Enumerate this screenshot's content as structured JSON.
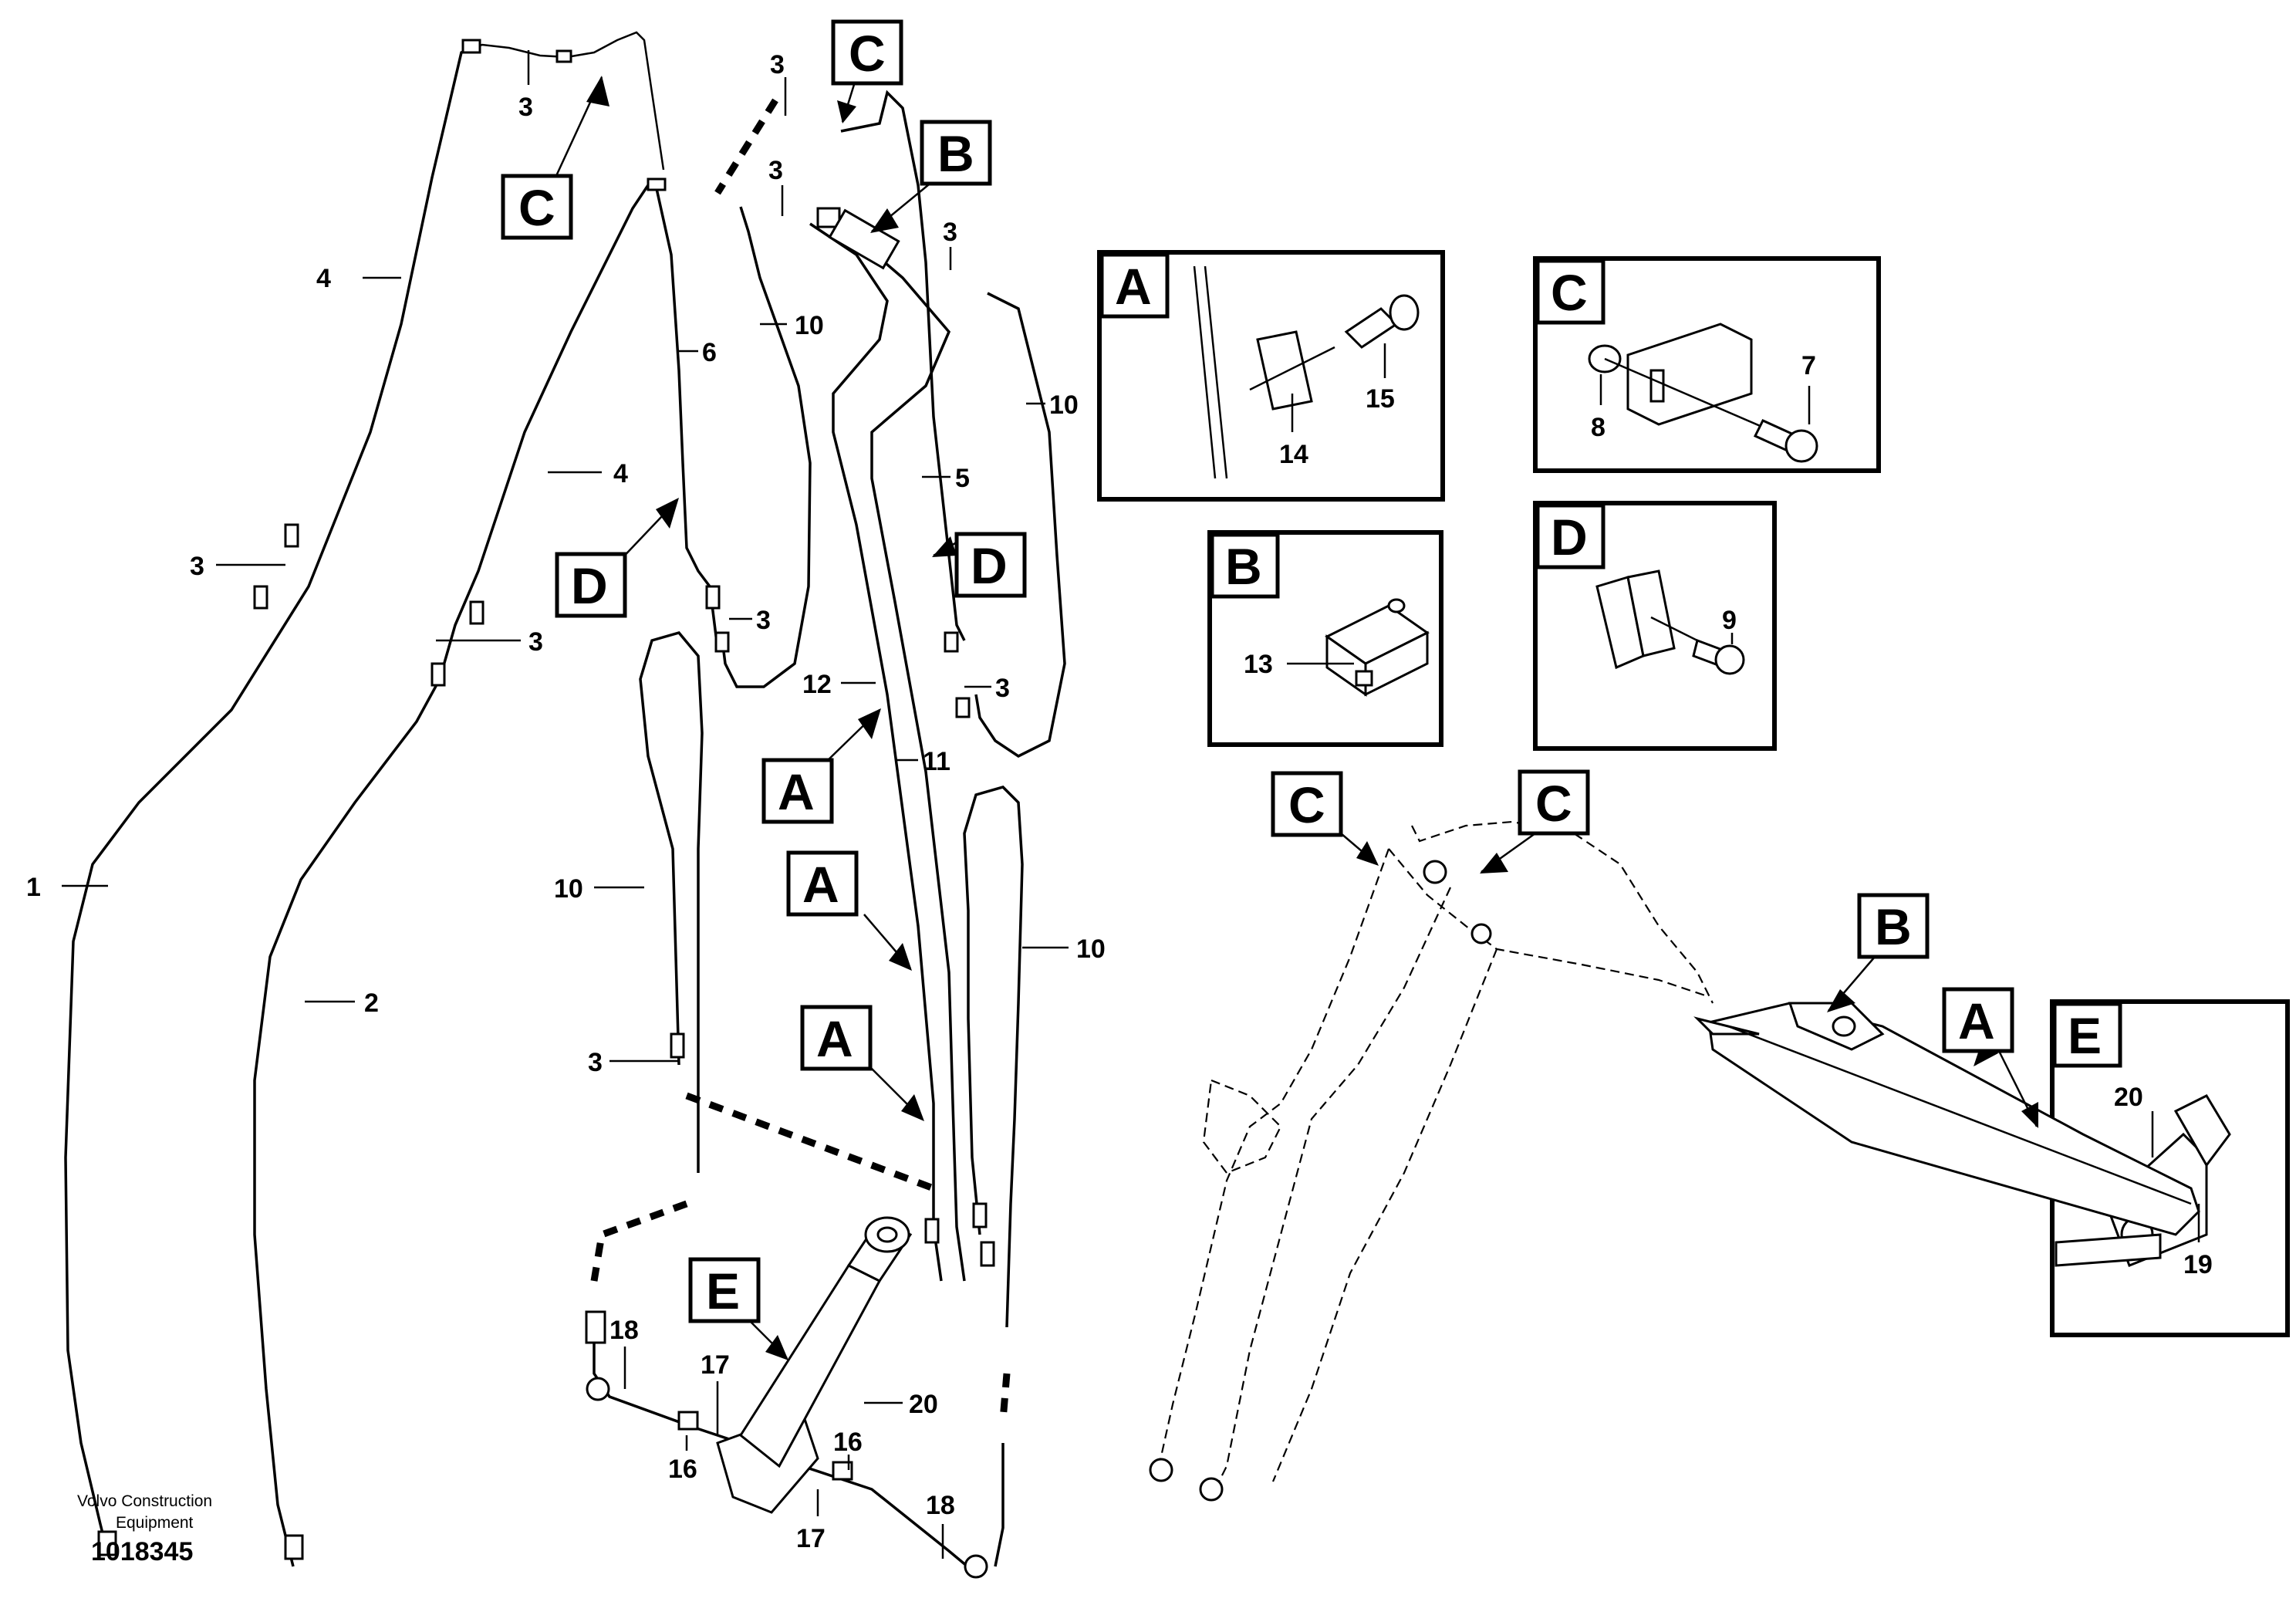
{
  "credit": {
    "line1": "Volvo Construction",
    "line2": "Equipment"
  },
  "doc_id": "1018345",
  "callouts": {
    "c1": "1",
    "c2": "2",
    "c3a": "3",
    "c3b": "3",
    "c3c": "3",
    "c3d": "3",
    "c3e": "3",
    "c3f": "3",
    "c3g": "3",
    "c3h": "3",
    "c3i": "3",
    "c4a": "4",
    "c4b": "4",
    "c5": "5",
    "c6": "6",
    "c10a": "10",
    "c10b": "10",
    "c10c": "10",
    "c10d": "10",
    "c11": "11",
    "c12": "12",
    "c16a": "16",
    "c16b": "16",
    "c17a": "17",
    "c17b": "17",
    "c18a": "18",
    "c18b": "18",
    "c20": "20"
  },
  "view_labels": {
    "C_top1": "C",
    "C_top2": "C",
    "B_top": "B",
    "D_left": "D",
    "D_right": "D",
    "A_1": "A",
    "A_2": "A",
    "A_3": "A",
    "E_main": "E",
    "C_boom1": "C",
    "C_boom2": "C",
    "B_boom": "B",
    "A_boom": "A"
  },
  "detail_A": {
    "label": "A",
    "parts": [
      "14",
      "15"
    ]
  },
  "detail_B": {
    "label": "B",
    "parts": [
      "13"
    ]
  },
  "detail_C": {
    "label": "C",
    "parts": [
      "7",
      "8"
    ]
  },
  "detail_D": {
    "label": "D",
    "parts": [
      "9"
    ]
  },
  "detail_E": {
    "label": "E",
    "parts": [
      "19",
      "20"
    ]
  }
}
